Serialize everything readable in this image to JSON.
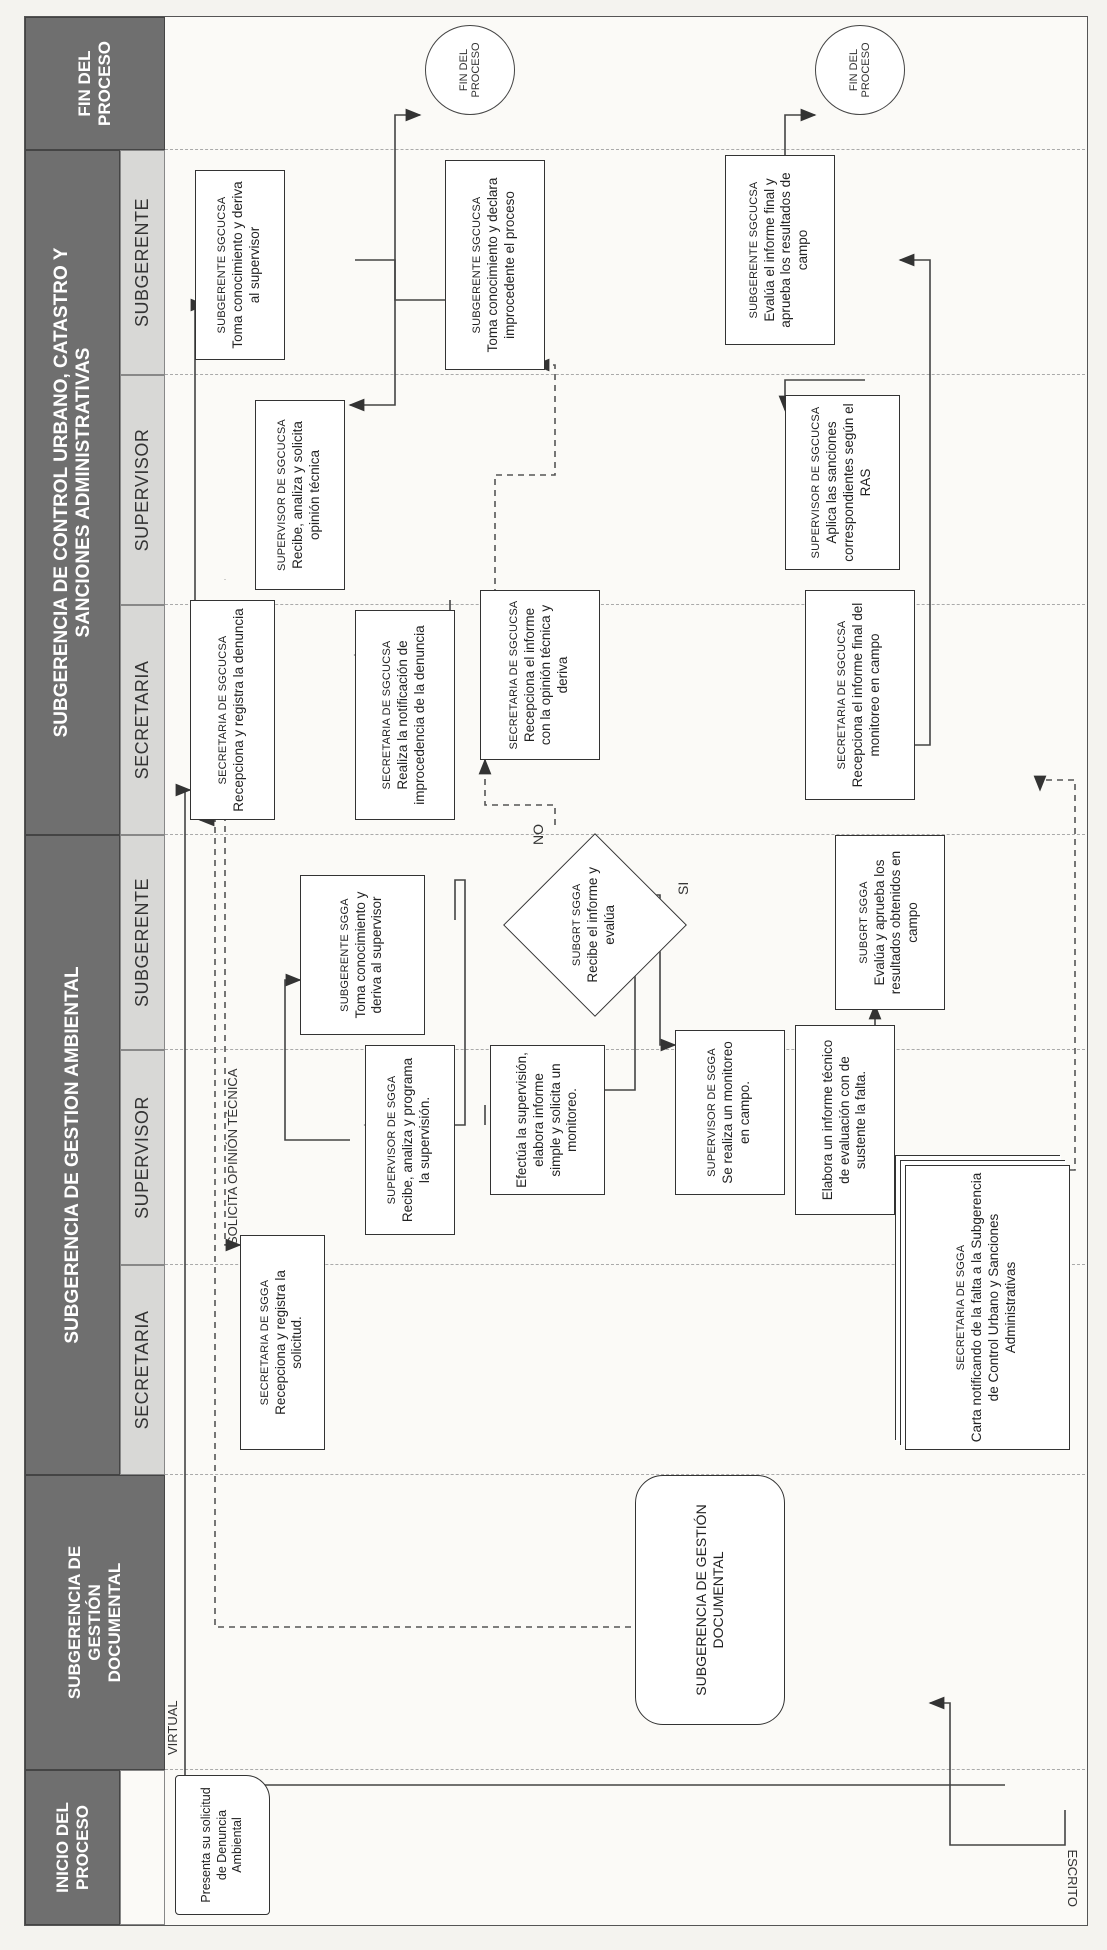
{
  "headers": {
    "inicio": "INICIO DEL PROCESO",
    "gestion_documental": "SUBGERENCIA DE GESTIÓN DOCUMENTAL",
    "gestion_ambiental": "SUBGERENCIA DE GESTION AMBIENTAL",
    "control_urbano": "SUBGERENCIA DE CONTROL URBANO, CATASTRO Y SANCIONES ADMINISTRATIVAS",
    "fin": "FIN DEL PROCESO"
  },
  "sublanes": {
    "sgga_secretaria": "SECRETARIA",
    "sgga_supervisor": "SUPERVISOR",
    "sgga_subgerente": "SUBGERENTE",
    "sgcucsa_secretaria": "SECRETARIA",
    "sgcucsa_supervisor": "SUPERVISOR",
    "sgcucsa_subgerente": "SUBGERENTE"
  },
  "nodes": {
    "start": "Presenta su solicitud de Denuncia Ambiental",
    "gestion_doc": "SUBGERENCIA DE GESTIÓN DOCUMENTAL",
    "sec_sgga_title": "SECRETARIA DE SGGA",
    "sec_sgga_text": "Recepciona y registra la solicitud.",
    "sup_sgga_title": "SUPERVISOR DE SGGA",
    "sup_sgga_text": "Recibe, analiza y programa la supervisión.",
    "sub_sgga_title": "SUBGERENTE SGGA",
    "sub_sgga_text": "Toma conocimiento y deriva al supervisor",
    "efectua": "Efectúa la supervisión, elabora informe simple y solicita un monitoreo.",
    "decision_title": "SUBGRT SGGA",
    "decision_text": "Recibe el informe y evalúa",
    "sup_sgga2_title": "SUPERVISOR DE SGGA",
    "sup_sgga2_text": "Se realiza un monitoreo en campo.",
    "elabora": "Elabora un informe técnico de evaluación con de sustente la falta.",
    "subgrt_sgga2_title": "SUBGRT SGGA",
    "subgrt_sgga2_text": "Evalúa y aprueba los resultados obtenidos en campo",
    "carta_title": "SECRETARIA DE SGGA",
    "carta_text": "Carta notificando de la falta a la Subgerencia de Control Urbano y Sanciones Administrativas",
    "sec_sgcucsa1_title": "SECRETARIA DE SGCUCSA",
    "sec_sgcucsa1_text": "Recepciona y registra la denuncia",
    "sup_sgcucsa1_title": "SUPERVISOR DE SGCUCSA",
    "sup_sgcucsa1_text": "Recibe, analiza y solicita opinión técnica",
    "sub_sgcucsa1_title": "SUBGERENTE SGCUCSA",
    "sub_sgcucsa1_text": "Toma conocimiento y deriva al supervisor",
    "sec_notif_title": "SECRETARIA DE SGCUCSA",
    "sec_notif_text": "Realiza la notificación de improcedencia de la denuncia",
    "sec_recep_title": "SECRETARIA DE SGCUCSA",
    "sec_recep_text": "Recepciona el informe con la opinión técnica y deriva",
    "sub_improc_title": "SUBGERENTE SGCUCSA",
    "sub_improc_text": "Toma conocimiento y declara improcedente el proceso",
    "sec_final_title": "SECRETARIA DE SGCUCSA",
    "sec_final_text": "Recepciona el informe final del monitoreo en campo",
    "sup_aplica_title": "SUPERVISOR DE SGCUCSA",
    "sup_aplica_text": "Aplica las sanciones correspondientes según el RAS",
    "sub_evalua_title": "SUBGERENTE SGCUCSA",
    "sub_evalua_text": "Evalúa el informe final y aprueba los resultados de campo",
    "fin1": "FIN DEL PROCESO",
    "fin2": "FIN DEL PROCESO"
  },
  "labels": {
    "virtual": "VIRTUAL",
    "escrito": "ESCRITO",
    "solicita": "SOLICITA OPINIÓN TÉCNICA",
    "no": "NO",
    "si": "SI"
  }
}
